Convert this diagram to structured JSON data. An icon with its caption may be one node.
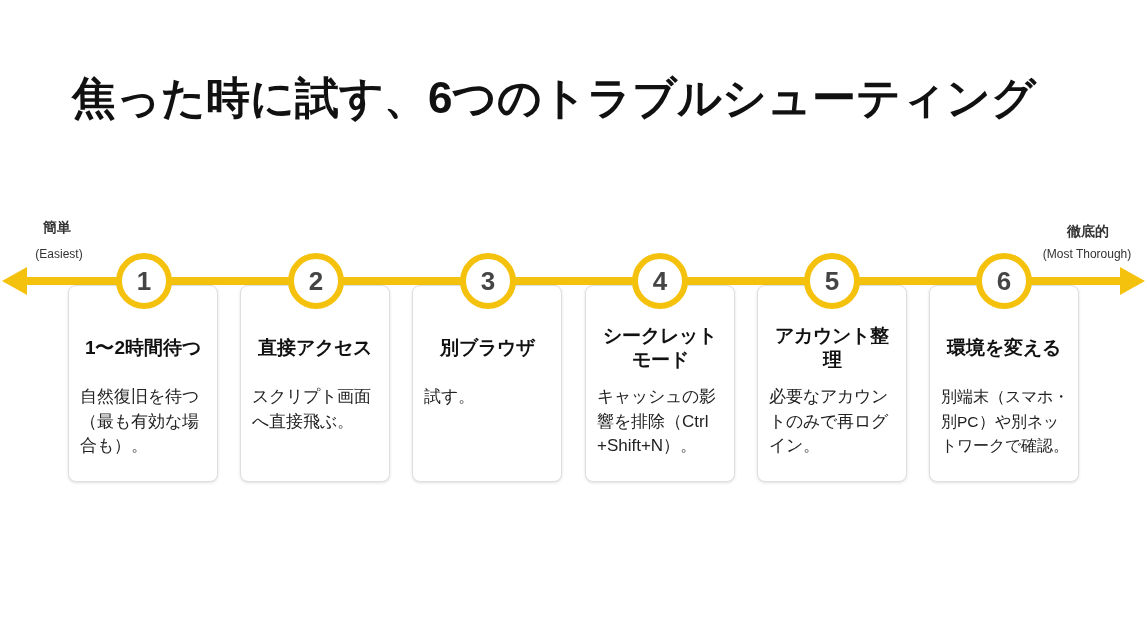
{
  "diagram": {
    "title": "焦った時に試す、6つのトラブルシューティング",
    "nodes": [
      {
        "text": [
          "1"
        ]
      },
      {
        "text": [
          "1〜2時間待つ",
          "自然復旧を待つ（最も有効な場合も）。"
        ]
      },
      {
        "text": [
          "2"
        ]
      },
      {
        "text": [
          "直接アクセス",
          "スクリプト画面へ直接飛ぶ。"
        ]
      },
      {
        "text": [
          "3"
        ]
      },
      {
        "text": [
          "別ブラウザ",
          "試す。"
        ]
      },
      {
        "text": [
          "4"
        ]
      },
      {
        "text": [
          "シークレットモード",
          "キャッシュの影響を排除（Ctrl+Shift+N）。"
        ]
      },
      {
        "text": [
          "5"
        ]
      },
      {
        "text": [
          "アカウント整理",
          "必要なアカウントのみで再ログイン。"
        ]
      },
      {
        "text": [
          "6"
        ]
      },
      {
        "text": [
          "環境を変える",
          "別端末（スマホ・別PC）や別ネットワークで確認。"
        ]
      }
    ],
    "labels": [
      "簡単",
      "(Easiest)",
      "徹底的",
      "(Most Thorough)"
    ]
  }
}
